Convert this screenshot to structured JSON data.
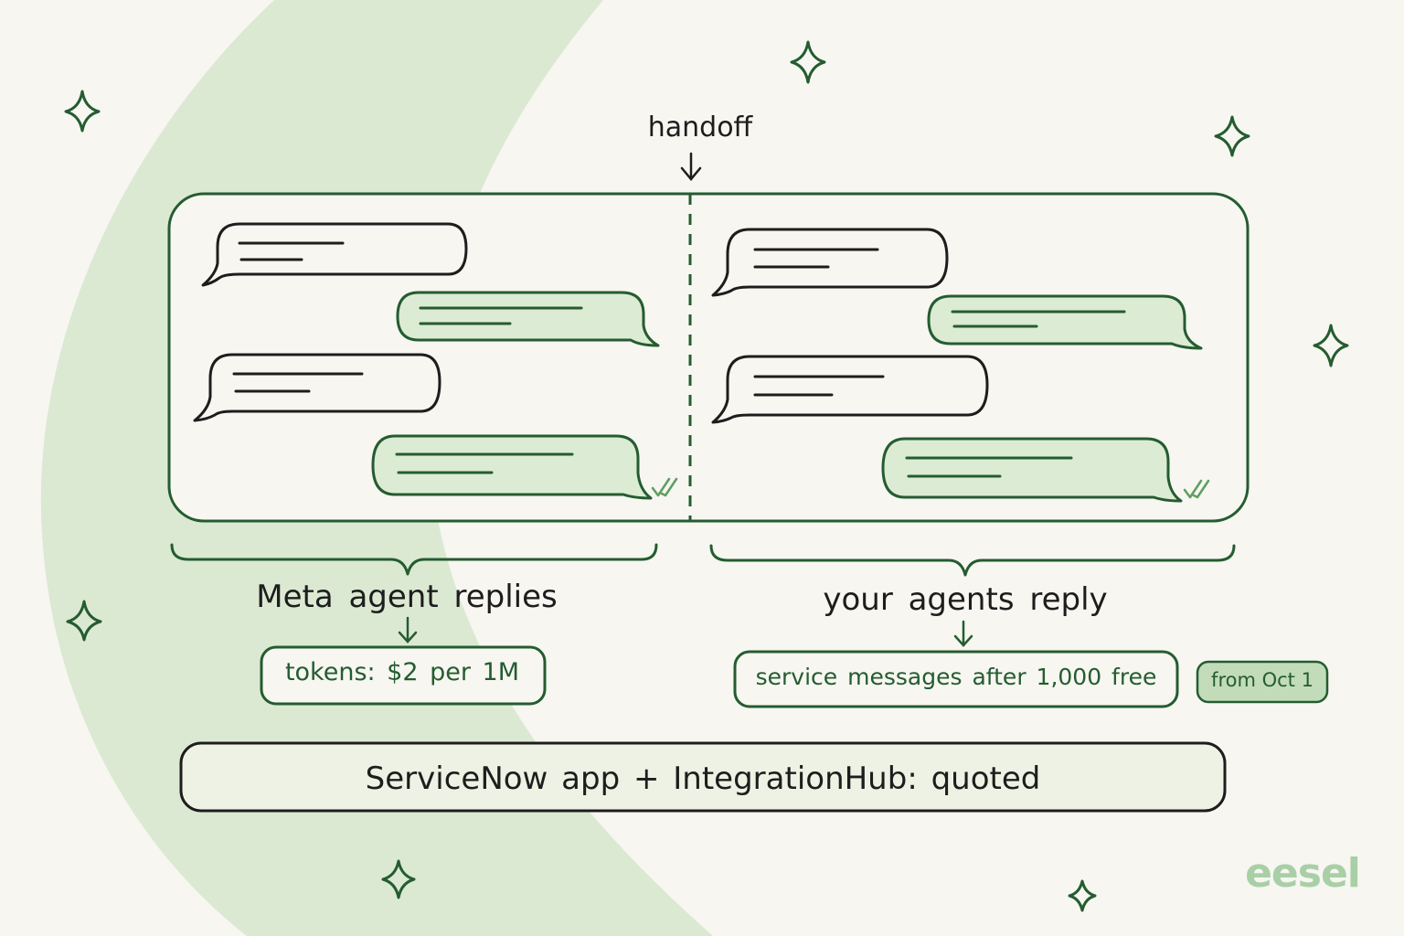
{
  "diagram": {
    "handoff_label": "handoff",
    "left_section": {
      "label": "Meta agent replies",
      "cost_box": "tokens: $2 per 1M"
    },
    "right_section": {
      "label": "your agents reply",
      "cost_box": "service messages after 1,000 free",
      "badge": "from Oct 1"
    },
    "bottom_bar": "ServiceNow app + IntegrationHub: quoted"
  },
  "brand": "eesel",
  "colors": {
    "background": "#f7f6f1",
    "blob": "#dbe9d3",
    "frame_green": "#245c30",
    "bubble_fill_green": "#dcebd3",
    "badge_fill": "#c2dcba",
    "dark_outline": "#1d1d1d",
    "brand_green": "#a9cfa7"
  },
  "icons": [
    "sparkle-icon",
    "arrow-down-icon",
    "double-check-icon",
    "brace-icon"
  ]
}
